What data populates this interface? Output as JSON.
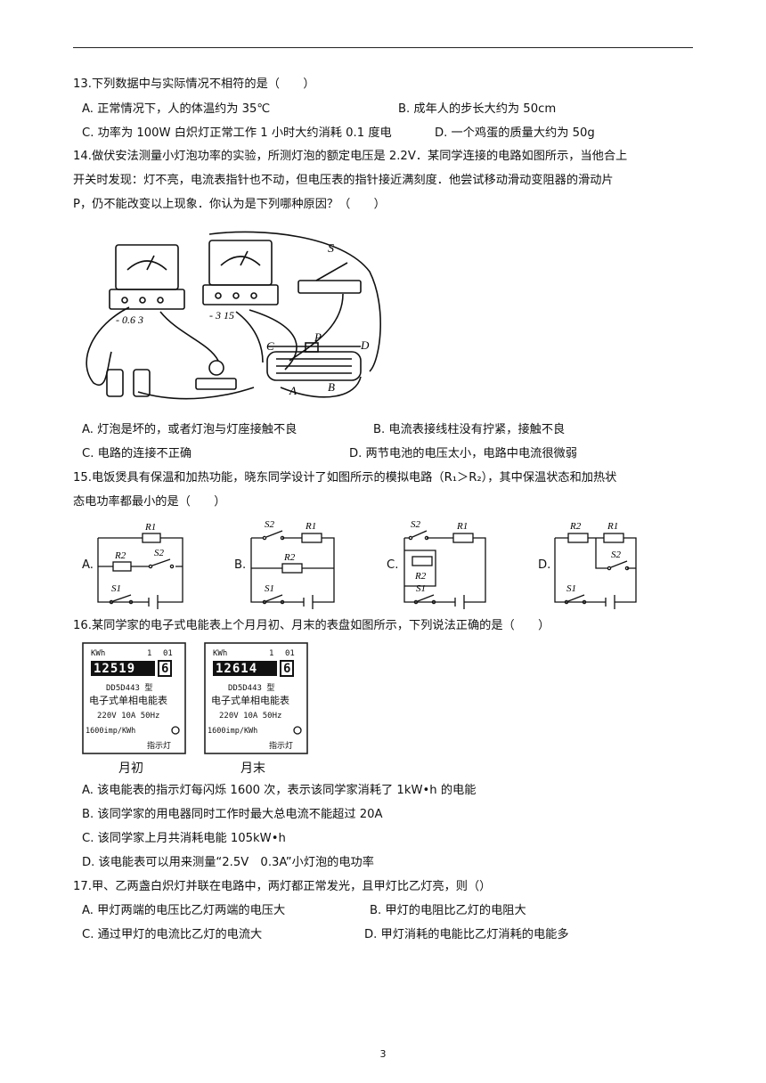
{
  "page_number": "3",
  "q13": {
    "stem": "13.下列数据中与实际情况不相符的是（　　）",
    "A": "A. 正常情况下，人的体温约为 35℃",
    "B": "B. 成年人的步长大约为 50cm",
    "C": "C. 功率为 100W 白炽灯正常工作 1 小时大约消耗 0.1 度电",
    "D": "D. 一个鸡蛋的质量大约为 50g"
  },
  "q14": {
    "stem1": "14.做伏安法测量小灯泡功率的实验，所测灯泡的额定电压是 2.2V．某同学连接的电路如图所示，当他合上",
    "stem2": "开关时发现：灯不亮，电流表指针也不动，但电压表的指针接近满刻度．他尝试移动滑动变阻器的滑动片",
    "stem3": "P，仍不能改变以上现象．你认为是下列哪种原因？（　　）",
    "figure": {
      "ammeter_scale": "- 0.6 3",
      "voltmeter_scale": "- 3 15",
      "switch": "S",
      "slider": "P",
      "terminal_a": "A",
      "terminal_b": "B",
      "terminal_c": "C",
      "terminal_d": "D"
    },
    "A": "A. 灯泡是坏的，或者灯泡与灯座接触不良",
    "B": "B. 电流表接线柱没有拧紧，接触不良",
    "C": "C. 电路的连接不正确",
    "D": "D. 两节电池的电压太小，电路中电流很微弱"
  },
  "q15": {
    "stem1": "15.电饭煲具有保温和加热功能，晓东同学设计了如图所示的模拟电路（R₁＞R₂），其中保温状态和加热状",
    "stem2": "态电功率都最小的是（　　）",
    "opt_a": "A.",
    "opt_b": "B.",
    "opt_c": "C.",
    "opt_d": "D.",
    "r1": "R1",
    "r2": "R2",
    "s1": "S1",
    "s2": "S2"
  },
  "q16": {
    "stem": "16.某同学家的电子式电能表上个月月初、月末的表盘如图所示，下列说法正确的是（　　）",
    "meter_start": {
      "unit": "KWh",
      "phase": "1",
      "code": "01",
      "digits": "12519",
      "last_digit": "6",
      "model": "DD5D443 型",
      "name": "电子式单相电能表",
      "rating": "220V 10A 50Hz",
      "imp": "1600imp/KWh",
      "indicator": "指示灯",
      "caption": "月初"
    },
    "meter_end": {
      "unit": "KWh",
      "phase": "1",
      "code": "01",
      "digits": "12614",
      "last_digit": "6",
      "model": "DD5D443 型",
      "name": "电子式单相电能表",
      "rating": "220V 10A 50Hz",
      "imp": "1600imp/KWh",
      "indicator": "指示灯",
      "caption": "月末"
    },
    "A": "A. 该电能表的指示灯每闪烁 1600 次，表示该同学家消耗了 1kW•h 的电能",
    "B": "B. 该同学家的用电器同时工作时最大总电流不能超过 20A",
    "C": "C. 该同学家上月共消耗电能 105kW•h",
    "D": "D. 该电能表可以用来测量“2.5V　0.3A”小灯泡的电功率"
  },
  "q17": {
    "stem": "17.甲、乙两盏白炽灯并联在电路中，两灯都正常发光，且甲灯比乙灯亮，则（）",
    "A": "A. 甲灯两端的电压比乙灯两端的电压大",
    "B": "B. 甲灯的电阻比乙灯的电阻大",
    "C": "C. 通过甲灯的电流比乙灯的电流大",
    "D": "D. 甲灯消耗的电能比乙灯消耗的电能多"
  }
}
